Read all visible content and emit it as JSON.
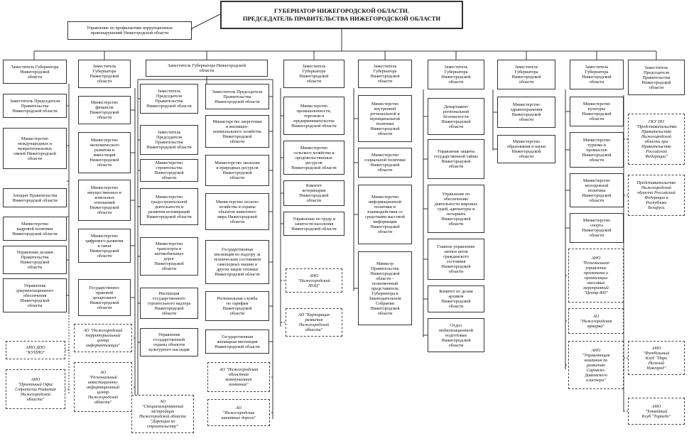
{
  "header": {
    "line1": "ГУБЕРНАТОР НИЖЕГОРОДСКОЙ ОБЛАСТИ.",
    "line2": "ПРЕДСЕДАТЕЛЬ ПРАВИТЕЛЬСТВА НИЖЕГОРОДСКОЙ ОБЛАСТИ"
  },
  "anticorruption": "Управление по профилактике коррупционных\nправонарушений Нижегородской области",
  "col1": {
    "head": "Заместитель Губернатора\nНижегородской\nобласти",
    "items": [
      "Заместитель Председателя\nПравительства\nНижегородской области",
      "Министерство\nмеждународных и\nмежрегиональных\nсвязей Нижегородской\nобласти",
      "Аппарат Правительства\nНижегородской области",
      "Министерство\nкадровой политики\nНижегородской области",
      "Управление делами\nПравительства\nНижегородской\nобласти",
      "Управление\nдокументационного\nобеспечения\nНижегородской\nобласти"
    ],
    "orgs": [
      "АНО ДПО\n\"КУПНО\"",
      "АНО\n\"Проектный Офис\nСтратегии Развития\nНижегородской\nобласти\""
    ]
  },
  "col2": {
    "head": "Заместитель\nГубернатора\nНижегородской\nобласти",
    "items": [
      "Министерство\nфинансов\nНижегородской\nобласти",
      "Министерство\nэкономического\nразвития и\nинвестиций\nНижегородской\nобласти",
      "Министерство\nимущественных и\nземельных\nотношений\nНижегородской\nобласти",
      "Министерство\nцифрового развития\nи связи\nНижегородской\nобласти",
      "Государственно-\nправовой\nдепартамент\nНижегородской\nобласти"
    ],
    "orgs": [
      "АО \"Нижегородский\nтерриториальный\nцентр\nинформатизации\"",
      "АО\n\"Региональный\nинвестиционно-\nинформационный\nцентр\nНижегородской\nобласти\""
    ]
  },
  "col3": {
    "head": "Заместитель Губернатора Нижегородской\nобласти",
    "left": [
      "Заместитель\nПредседателя\nПравительства\nНижегородской области",
      "Заместитель\nПредседателя\nПравительства\nНижегородской области",
      "Министерство\nстроительства\nНижегородской\nобласти",
      "Министерство\nградостроительной\nдеятельности и\nразвития агломераций\nНижегородской области",
      "Министерство\nтранспорта и\nавтомобильных\nдорог\nНижегородской\nобласти",
      "Инспекция\nгосударственного\nстроительного надзора\nНижегородской\nобласти",
      "Управление\nгосударственной\nохраны объектов\nкультурного наследия"
    ],
    "right": [
      "Заместитель Председателя\nПравительства\nНижегородской области",
      "Министерство энергетики\nи жилищно-\nкоммунального хозяйства\nНижегородской\nобласти",
      "Министерство экологии\nи природных ресурсов\nНижегородской\nобласти",
      "Министерство лесного\nхозяйства и охраны\nобъектов животного\nмира Нижегородской\nобласти",
      "Государственная\nинспекция по надзору за\nтехническим состоянием\nсамоходных машин и\nдругих видов техники\nНижегородской области",
      "Региональная служба\nпо тарифам\nНижегородской\nобласти",
      "Государственная\nжилищная инспекция\nНижегородской области"
    ],
    "orgs": [
      "АО\n\"Специализированный\nзастройщик\nНижегородской области\n\"Дирекция по\nстроительству\"",
      "АО \"Нижегородская\nобластная\nкоммунальная\nкомпания\"",
      "АО\n\"Нижегородские\nканатные дороги\""
    ]
  },
  "col4": {
    "head": "Заместитель\nГубернатора\nНижегородской\nобласти",
    "items": [
      "Министерство\nпромышленности,\nторговли и\nпредпринимательства\nНижегородской области",
      "Министерство\nсельского хозяйства и\nпродовольственных\nресурсов\nНижегородской области",
      "Комитет\nветеринарии\nНижегородской\nобласти",
      "Управление по труду и\nзанятости населения\nНижегородской области"
    ],
    "orgs": [
      "АНО\n\"Нижегородский\nНОЦ\"",
      "АО \"Корпорация\nразвития\nНижегородской\nобласти\""
    ]
  },
  "col5": {
    "head": "Заместитель\nГубернатора\nНижегородской\nобласти",
    "items": [
      "Министерство\nвнутренней\nрегиональной и\nмуниципальной\nполитики\nНижегородской\nобласти",
      "Министерство\nсоциальной политики\nНижегородской\nобласти",
      "Министерство\nинформационной\nполитики и\nвзаимодействия со\nсредствами массовой\nинформации\nНижегородской\nобласти",
      "Министр\nПравительства\nНижегородской\nобласти –\nполномочный\nпредставитель\nГубернатора в\nЗаконодательном\nСобрании\nНижегородской\nобласти"
    ]
  },
  "col6": {
    "head": "Заместитель\nГубернатора\nНижегородской\nобласти",
    "items": [
      "Департамент\nрегиональной\nбезопасности\nНижегородской\nобласти",
      "Управление защиты\nгосударственной тайны\nНижегородской\nобласти",
      "Управление по\nобеспечению\nдеятельности мировых\nсудей, адвокатуры и\nнотариата\nНижегородской\nобласти",
      "Главное управление\nзаписи актов\nгражданского\nсостояния\nНижегородской\nобласти",
      "Комитет по делам\nархивов\nНижегородской\nобласти",
      "Отдел\nмобилизационной\nподготовки\nНижегородской\nобласти"
    ]
  },
  "col7": {
    "head": "Заместитель\nГубернатора\nНижегородской\nобласти",
    "items": [
      "Министерство\nздравоохранения\nНижегородской\nобласти",
      "Министерство\nобразования и науки\nНижегородской\nобласти"
    ]
  },
  "col8": {
    "head": "Заместитель\nГубернатора\nНижегородской\nобласти",
    "items": [
      "Министерство\nкультуры\nНижегородской\nобласти",
      "Министерство\nтуризма и\nпромыслов\nНижегородской\nобласти",
      "Министерство\nмолодежной\nполитики\nНижегородской\nобласти",
      "Министерство\nспорта\nНижегородской\nобласти"
    ],
    "orgs": [
      "АНО\n\"Региональное\nуправление\nпроектами и\nорганизации\nмассовых\nмероприятий\n\"Центр 800\"",
      "АО\n\"Нижегородская\nярмарка\"",
      "АНО\n\"Управляющая\nкомпания по\nразвитию\nСаровско-\nДивеевского\nкластера\""
    ]
  },
  "col9": {
    "head": "Заместитель\nПредседателя\nПравительства\nНижегородской\nобласти",
    "orgs": [
      "ГКУ НО\n\"Представительство\nПравительства\nНижегородской\nобласти при\nПравительстве\nРоссийской\nФедерации\"",
      "Представительство\nНижегородской\nобласти Российской\nФедерации в\nРеспублике\nБеларусь",
      "АНО\n\"Футбольный\nКлуб \"Пари\nНижний\nНовгород\"",
      "АНО\n\"Хоккейный\nКлуб \"Торпедо\""
    ]
  }
}
